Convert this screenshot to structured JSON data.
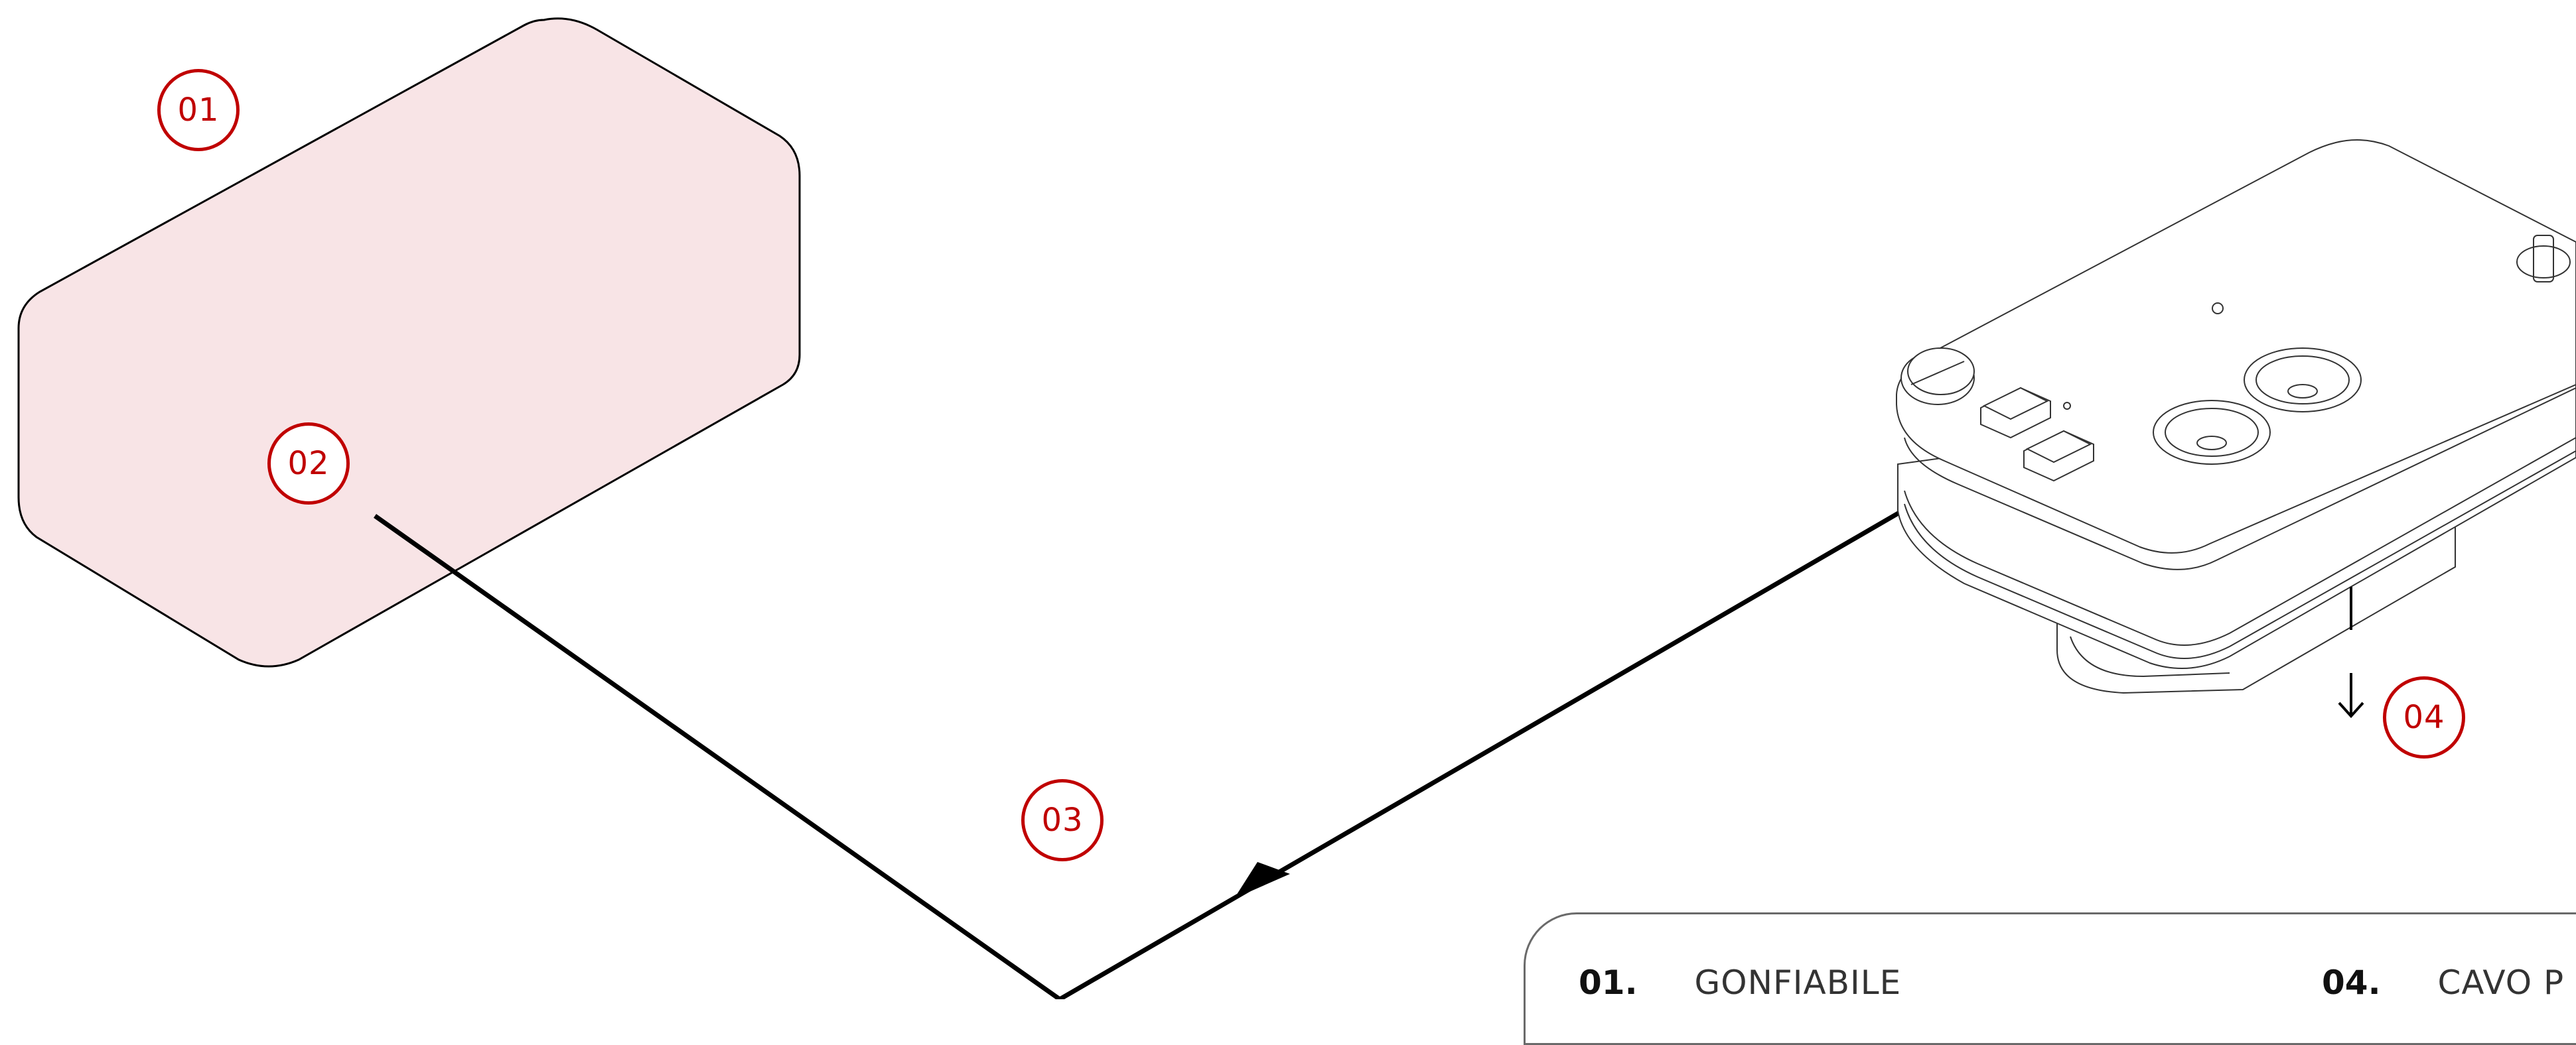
{
  "callouts": {
    "c01": "01",
    "c02": "02",
    "c03": "03",
    "c04": "04"
  },
  "legend": {
    "items": [
      {
        "num": "01.",
        "text": "GONFIABILE"
      },
      {
        "num": "04.",
        "text": "CAVO P"
      }
    ]
  },
  "colors": {
    "accent": "#c00000",
    "inflatable_fill": "#f8e4e6",
    "line": "#000000"
  },
  "icons": {
    "arrow": "arrow-head-icon",
    "down_arrow": "down-arrow-icon"
  }
}
